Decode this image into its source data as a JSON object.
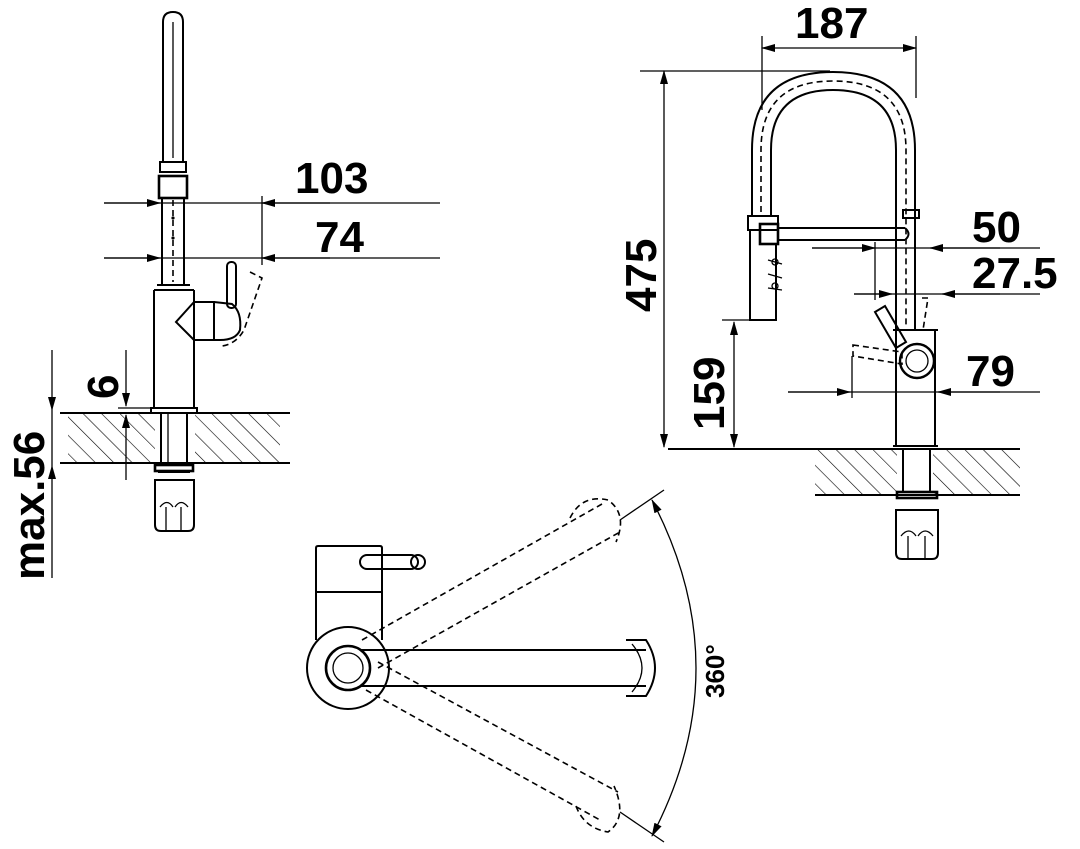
{
  "drawing": {
    "side_view": {
      "dim_width_outer": "103",
      "dim_width_inner": "74",
      "dim_pipe_height": "6",
      "dim_counter_thickness": "max.56"
    },
    "front_view": {
      "dim_spout_width": "187",
      "dim_total_height": "475",
      "dim_spray_offset": "50",
      "dim_lever_offset": "27.5",
      "dim_body_offset": "79",
      "dim_spray_height": "159"
    },
    "top_view": {
      "dim_rotation": "360°"
    }
  }
}
